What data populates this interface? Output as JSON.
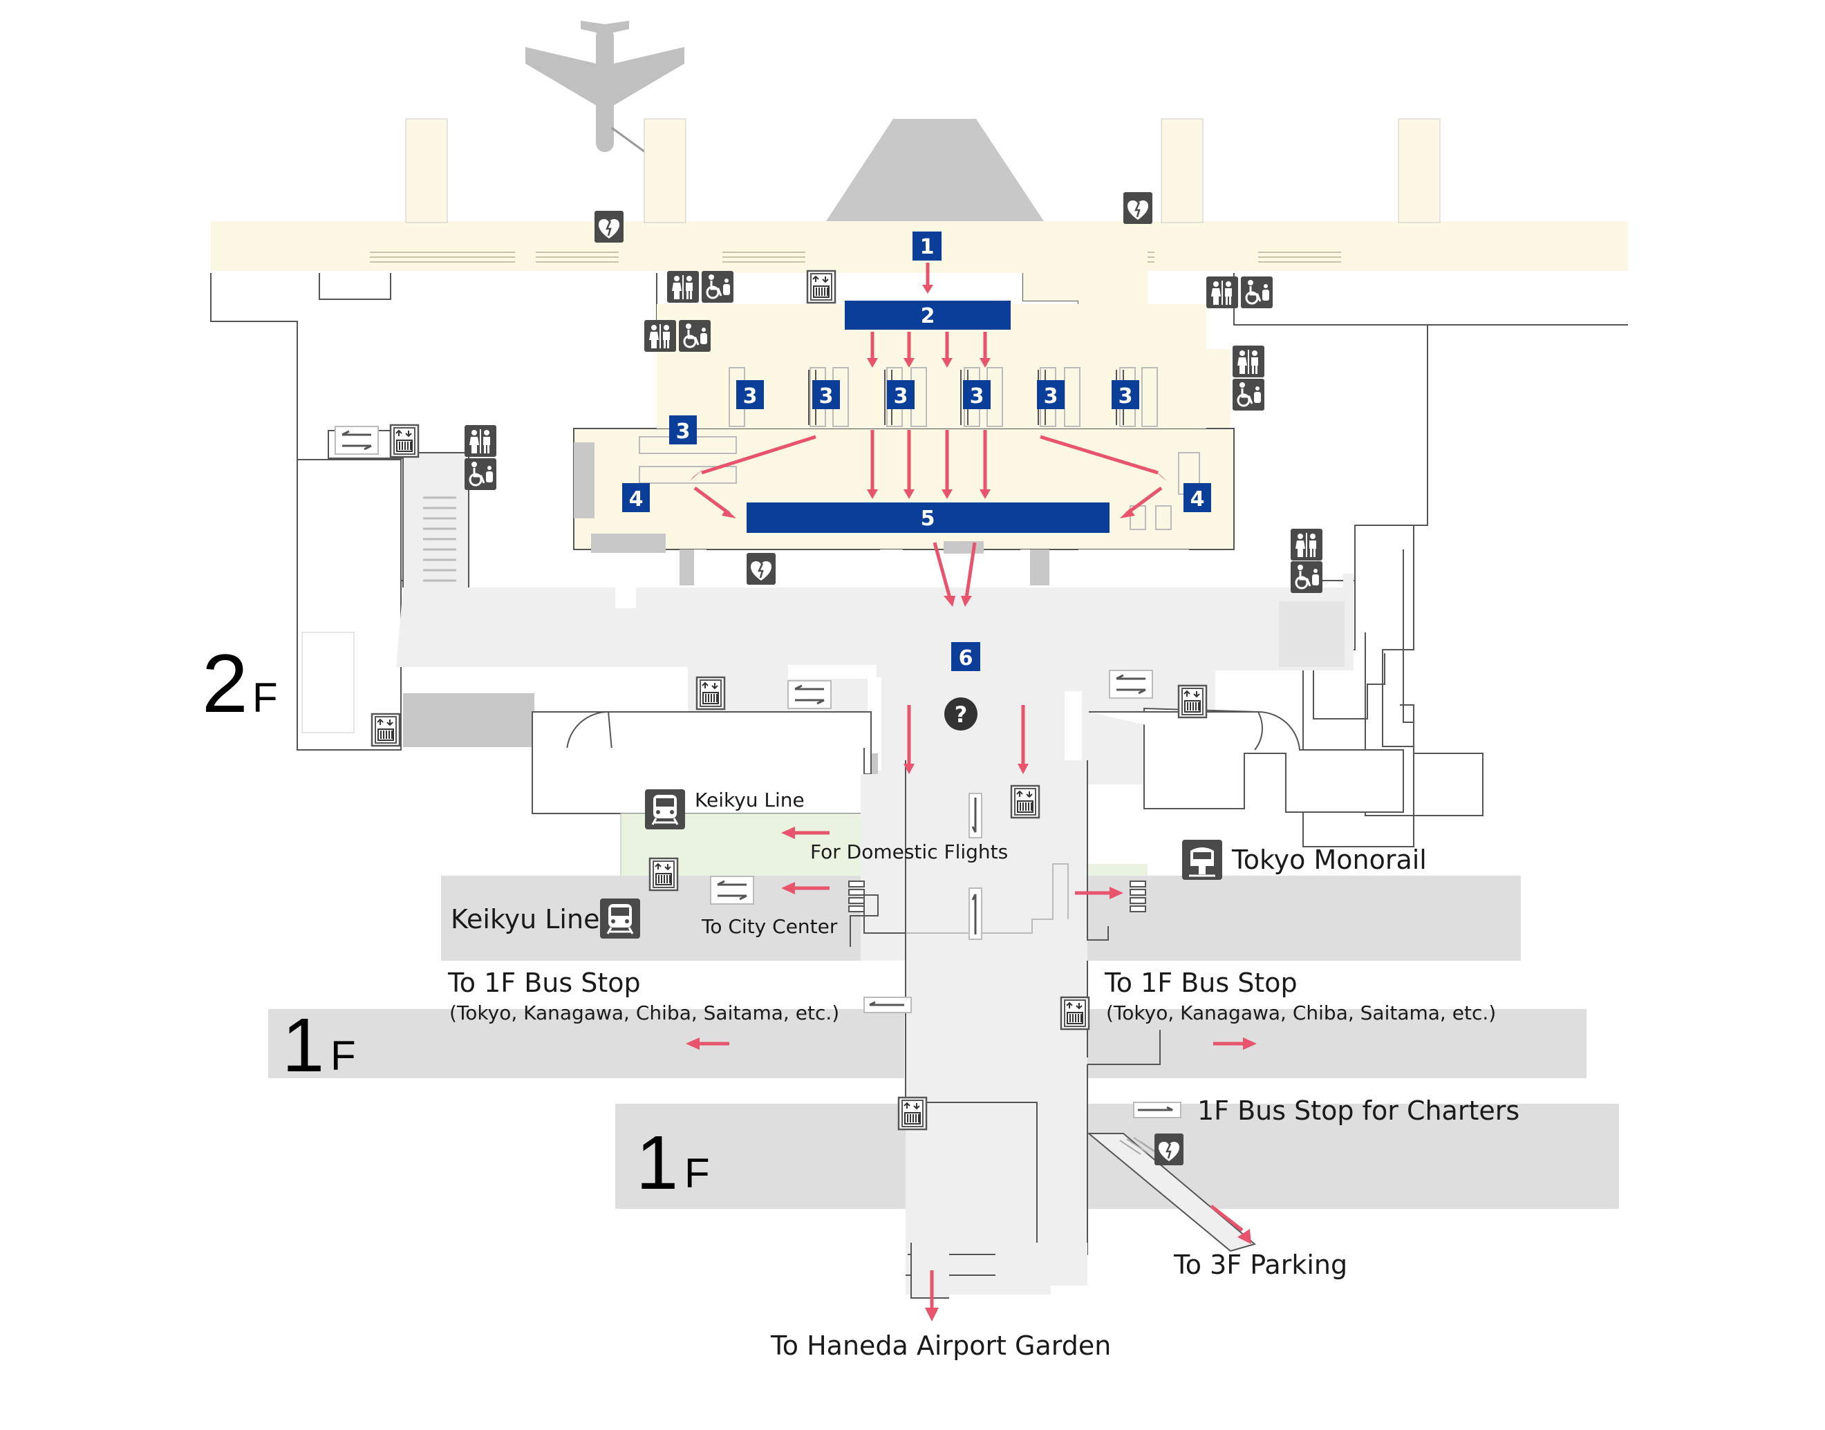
{
  "floors": {
    "upper": "2",
    "lower_a": "1",
    "lower_b": "1",
    "suffix": "F"
  },
  "steps": [
    "1",
    "2",
    "3",
    "4",
    "5",
    "6"
  ],
  "labels": {
    "keikyu_line_small": "Keikyu Line",
    "for_domestic_flights": "For Domestic Flights",
    "to_city_center": "To City Center",
    "keikyu_line_large": "Keikyu Line",
    "tokyo_monorail": "Tokyo Monorail",
    "bus_stop_left_title": "To 1F Bus Stop",
    "bus_stop_left_sub": "(Tokyo, Kanagawa, Chiba, Saitama, etc.)",
    "bus_stop_right_title": "To 1F Bus Stop",
    "bus_stop_right_sub": "(Tokyo, Kanagawa, Chiba, Saitama, etc.)",
    "charters": "1F Bus Stop for Charters",
    "parking": "To 3F Parking",
    "garden": "To Haneda Airport Garden",
    "aed": "AED"
  },
  "icons": {
    "airplane": "airplane-icon",
    "info": "information-icon",
    "train": "train-icon",
    "monorail": "monorail-icon",
    "elevator": "elevator-icon",
    "escalator": "escalator-icon",
    "restroom": "restroom-icon",
    "accessible": "accessible-restroom-icon",
    "aed": "aed-icon"
  },
  "colors": {
    "step_box": "#0b3e98",
    "route_arrow": "#e8546b",
    "arrival_area": "#fdf8e4",
    "concourse": "#efefef",
    "bus_band": "#dedede",
    "station_area": "#e9f3df",
    "building_grey": "#c8c8c8"
  }
}
